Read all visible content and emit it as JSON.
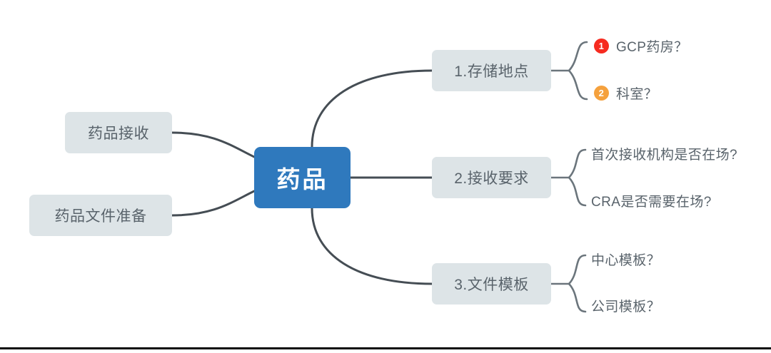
{
  "diagram": {
    "type": "mind-map",
    "title": "药品",
    "colors": {
      "center_fill": "#2f79bd",
      "center_text": "#ffffff",
      "node_fill": "#dde4e7",
      "node_text": "#59636b",
      "connector": "#454d54",
      "badge_1": "#f62b20",
      "badge_2": "#f5a13d",
      "background": "#ffffff",
      "bottom_rule": "#0a0a0a"
    },
    "center": {
      "label": "药品"
    },
    "left_nodes": [
      {
        "label": "药品接收"
      },
      {
        "label": "药品文件准备"
      }
    ],
    "branches": [
      {
        "label": "1.存储地点",
        "leaves": [
          {
            "badge": "1",
            "badge_color": "red",
            "label": "GCP药房？"
          },
          {
            "badge": "2",
            "badge_color": "orange",
            "label": "科室？"
          }
        ]
      },
      {
        "label": "2.接收要求",
        "leaves": [
          {
            "badge": "",
            "badge_color": "",
            "label": "首次接收机构是否在场?"
          },
          {
            "badge": "",
            "badge_color": "",
            "label": "CRA是否需要在场?"
          }
        ]
      },
      {
        "label": "3.文件模板",
        "leaves": [
          {
            "badge": "",
            "badge_color": "",
            "label": "中心模板？"
          },
          {
            "badge": "",
            "badge_color": "",
            "label": "公司模板？"
          }
        ]
      }
    ]
  }
}
